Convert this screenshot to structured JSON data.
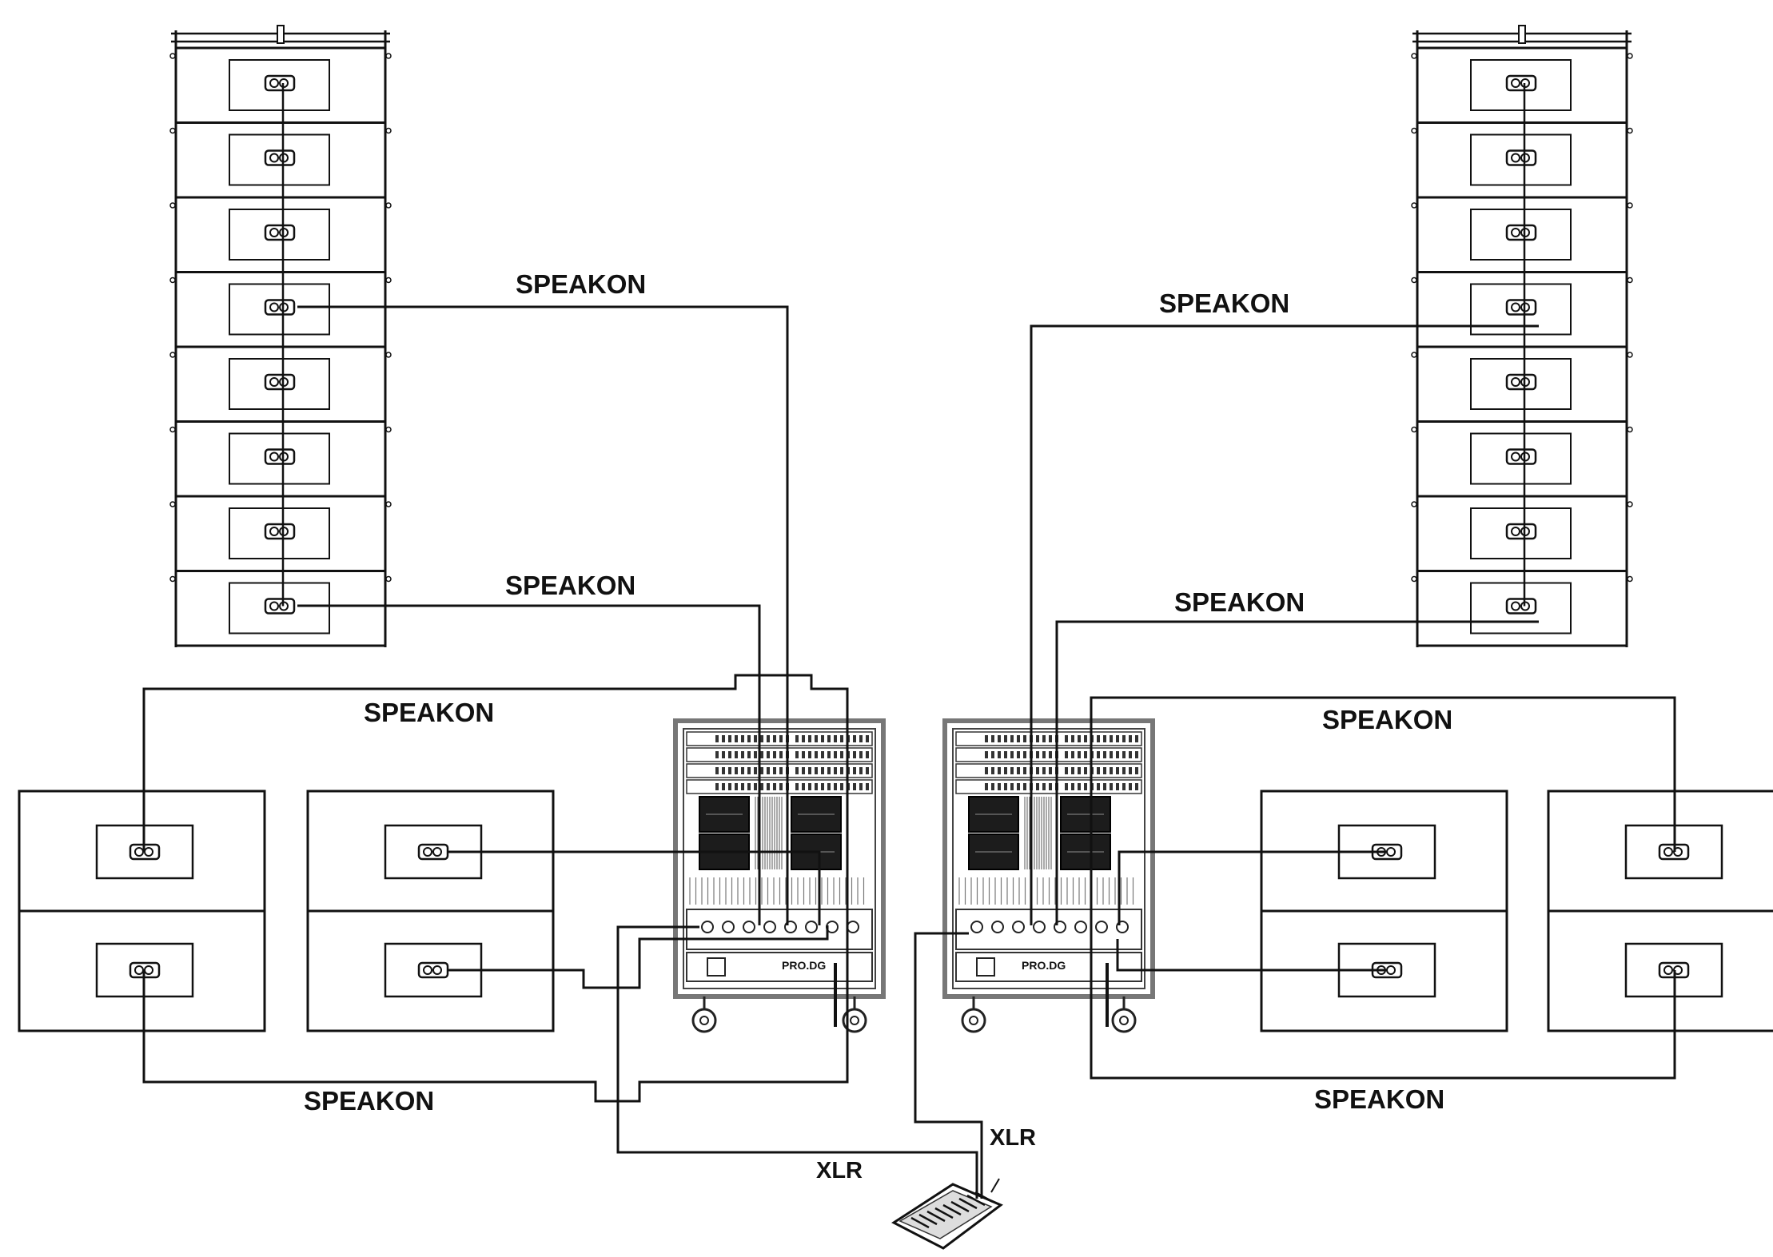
{
  "labels": {
    "speakon_left_array_top": "SPEAKON",
    "speakon_left_array_bottom": "SPEAKON",
    "speakon_left_subs_top": "SPEAKON",
    "speakon_left_subs_bottom": "SPEAKON",
    "speakon_right_array_top": "SPEAKON",
    "speakon_right_array_bottom": "SPEAKON",
    "speakon_right_subs_top": "SPEAKON",
    "speakon_right_subs_bottom": "SPEAKON",
    "xlr_left": "XLR",
    "xlr_right": "XLR",
    "rack_left_brand": "PRO.DG",
    "rack_right_brand": "PRO.DG"
  },
  "components": {
    "line_array_modules_per_column": 8,
    "sub_cabinets_per_side": 4,
    "amp_racks": 2,
    "mixer": 1
  },
  "colors": {
    "line": "#111111",
    "amp_module": "#1c1c1c",
    "rack_frame": "#777777"
  }
}
